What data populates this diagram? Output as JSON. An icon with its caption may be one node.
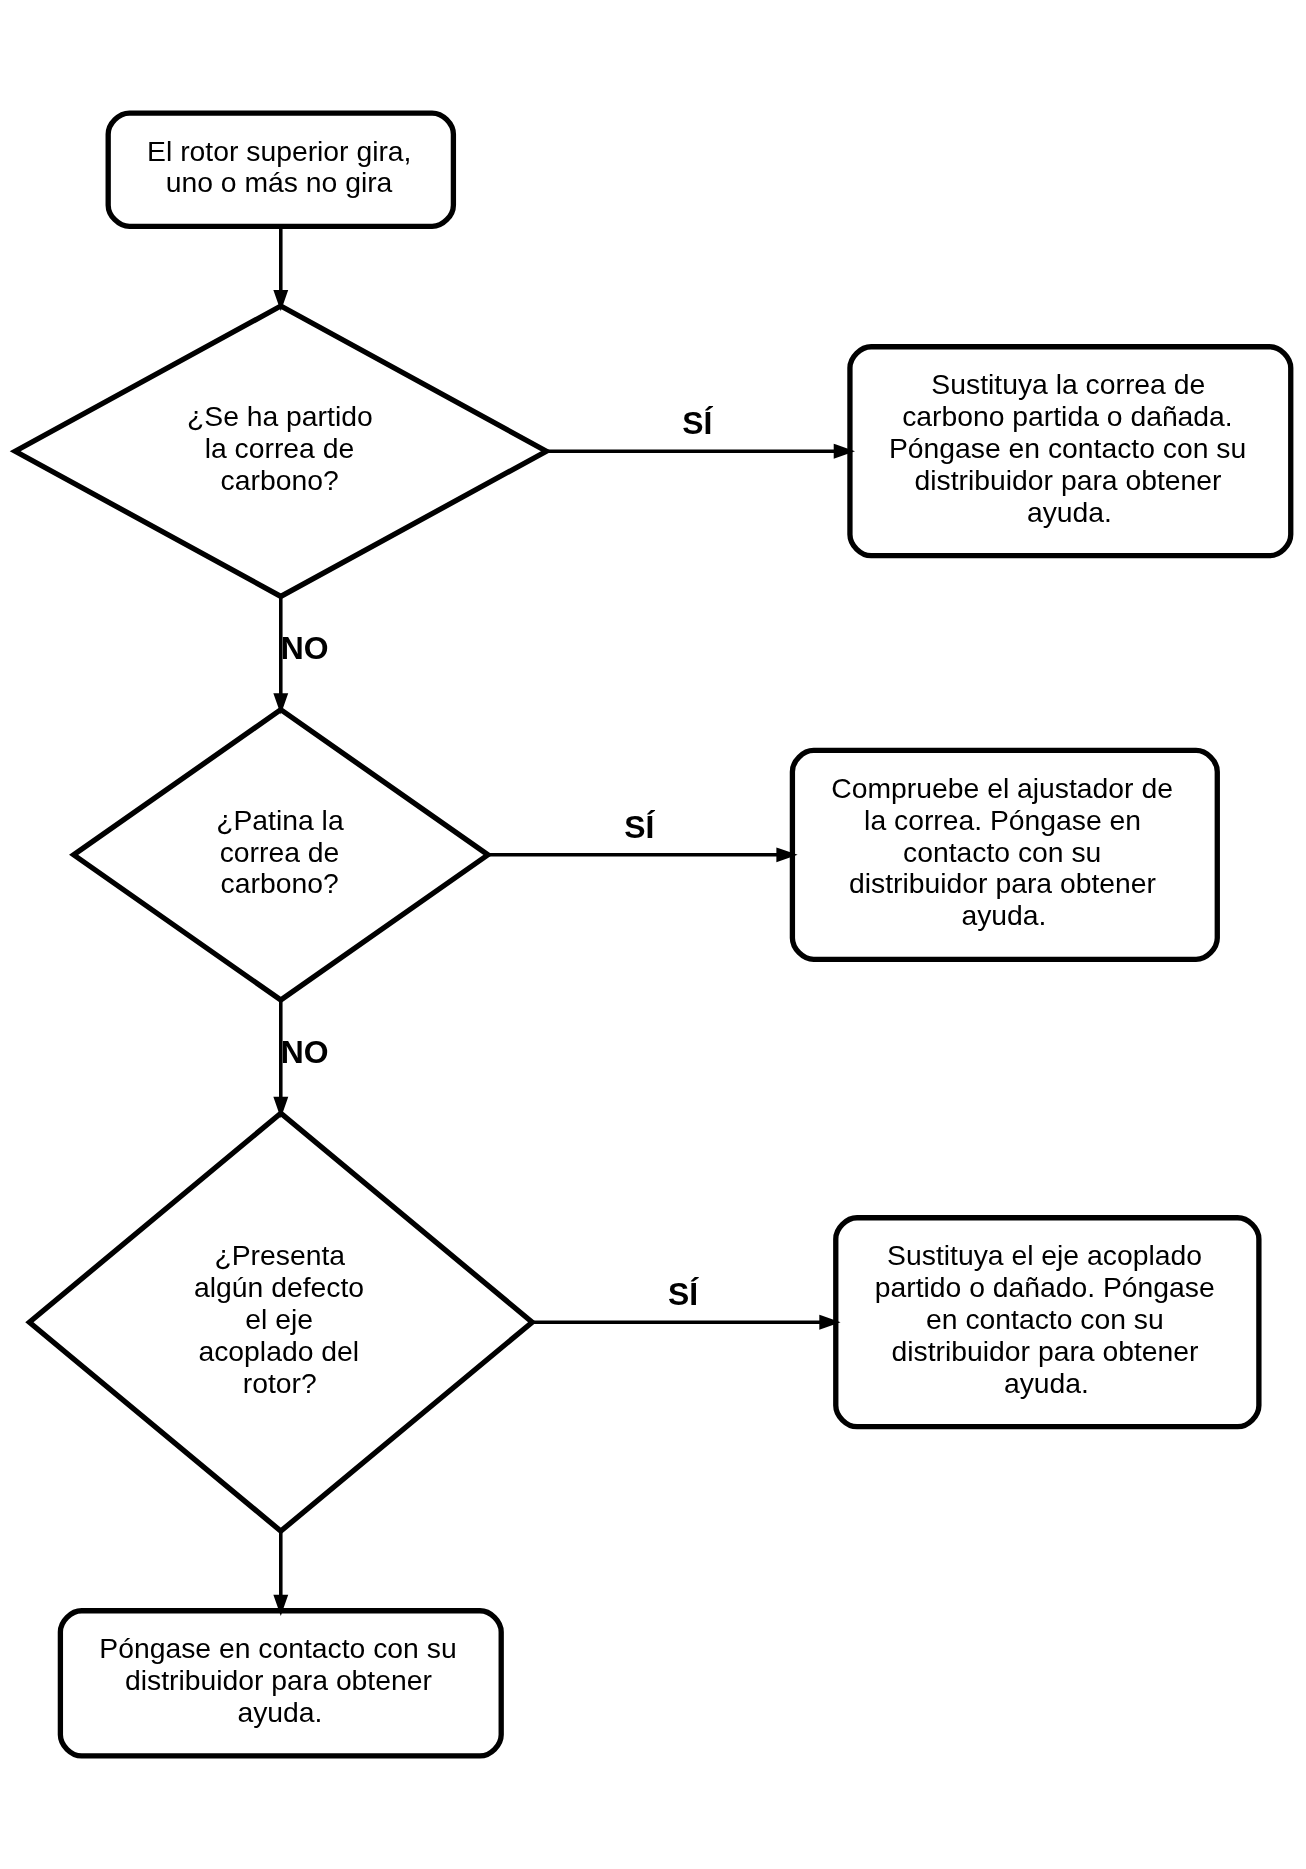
{
  "diagram": {
    "nodes": [
      {
        "text": [
          "El rotor superior gira, uno o más no gira"
        ]
      },
      {
        "text": [
          "¿Se ha partido la correa de carbono?"
        ]
      },
      {
        "text": [
          "Sustituya la correa de carbono partida o dañada. Póngase en contacto con su distribuidor para obtener ayuda."
        ]
      },
      {
        "text": [
          "¿Patina la correa de carbono?"
        ]
      },
      {
        "text": [
          "Compruebe el ajustador de la correa. Póngase en contacto con su distribuidor para obtener ayuda."
        ]
      },
      {
        "text": [
          "¿Presenta algún defecto el eje acoplado del rotor?"
        ]
      },
      {
        "text": [
          "Sustituya el eje acoplado partido o dañado. Póngase en contacto con su distribuidor para obtener ayuda."
        ]
      },
      {
        "text": [
          "Póngase en contacto con su distribuidor para obtener ayuda."
        ]
      }
    ],
    "edges": [
      {
        "from": 0,
        "to": 1,
        "arrow": "to"
      },
      {
        "from": 1,
        "to": 2,
        "arrow": "to",
        "label": "SÍ"
      },
      {
        "from": 1,
        "to": 3,
        "arrow": "to",
        "label": "NO"
      },
      {
        "from": 3,
        "to": 4,
        "arrow": "to",
        "label": "SÍ"
      },
      {
        "from": 3,
        "to": 5,
        "arrow": "to",
        "label": "NO"
      },
      {
        "from": 5,
        "to": 6,
        "arrow": "to",
        "label": "SÍ"
      },
      {
        "from": 5,
        "to": 7,
        "arrow": "to"
      }
    ]
  }
}
